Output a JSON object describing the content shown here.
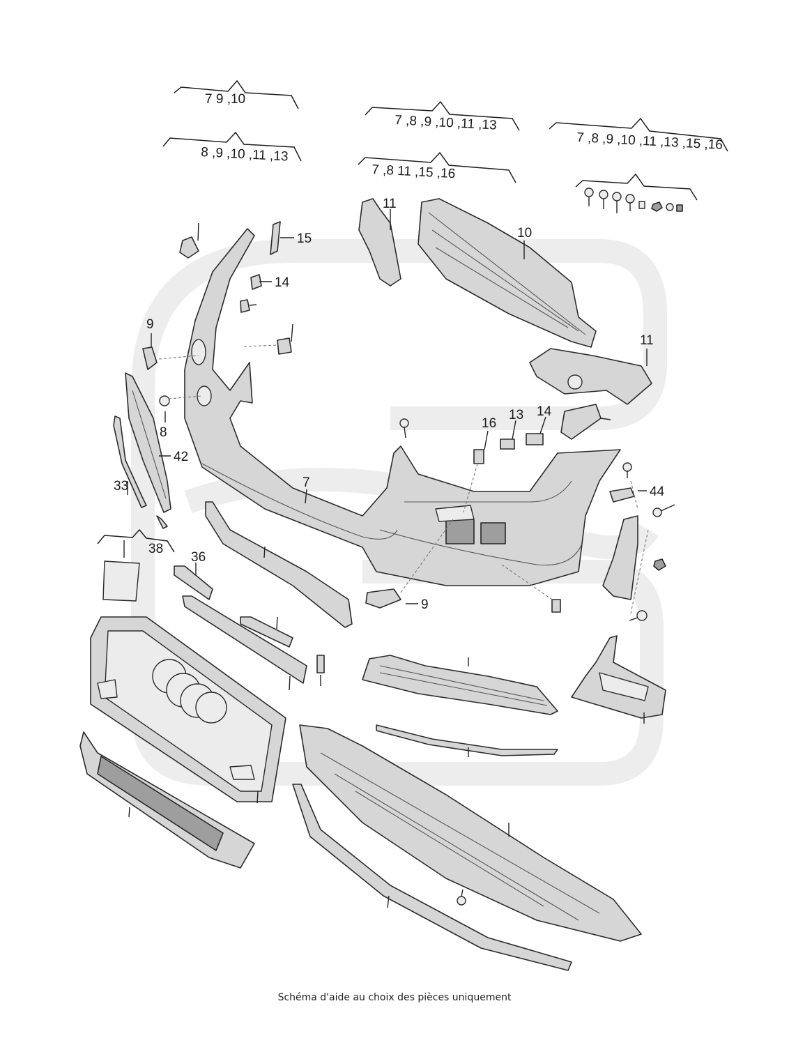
{
  "caption": "Schéma d'aide au choix des pièces uniquement",
  "kits": [
    {
      "text": "7    9 ,10"
    },
    {
      "text": "8 ,9 ,10 ,11 ,13"
    },
    {
      "text": "7 ,8 ,9 ,10 ,11 ,13"
    },
    {
      "text": "7 ,8          11 ,15 ,16"
    },
    {
      "text": "7 ,8 ,9 ,10 ,11 ,13 ,15 ,16"
    }
  ],
  "callouts": [
    {
      "id": "11a",
      "text": "11"
    },
    {
      "id": "10",
      "text": "10"
    },
    {
      "id": "11b",
      "text": "11"
    },
    {
      "id": "15",
      "text": "15"
    },
    {
      "id": "14a",
      "text": "14"
    },
    {
      "id": "9a",
      "text": "9"
    },
    {
      "id": "8",
      "text": "8"
    },
    {
      "id": "42",
      "text": "42"
    },
    {
      "id": "33",
      "text": "33"
    },
    {
      "id": "38",
      "text": "38"
    },
    {
      "id": "36",
      "text": "36"
    },
    {
      "id": "7",
      "text": "7"
    },
    {
      "id": "16",
      "text": "16"
    },
    {
      "id": "13",
      "text": "13"
    },
    {
      "id": "14b",
      "text": "14"
    },
    {
      "id": "44",
      "text": "44"
    },
    {
      "id": "9b",
      "text": "9"
    }
  ]
}
